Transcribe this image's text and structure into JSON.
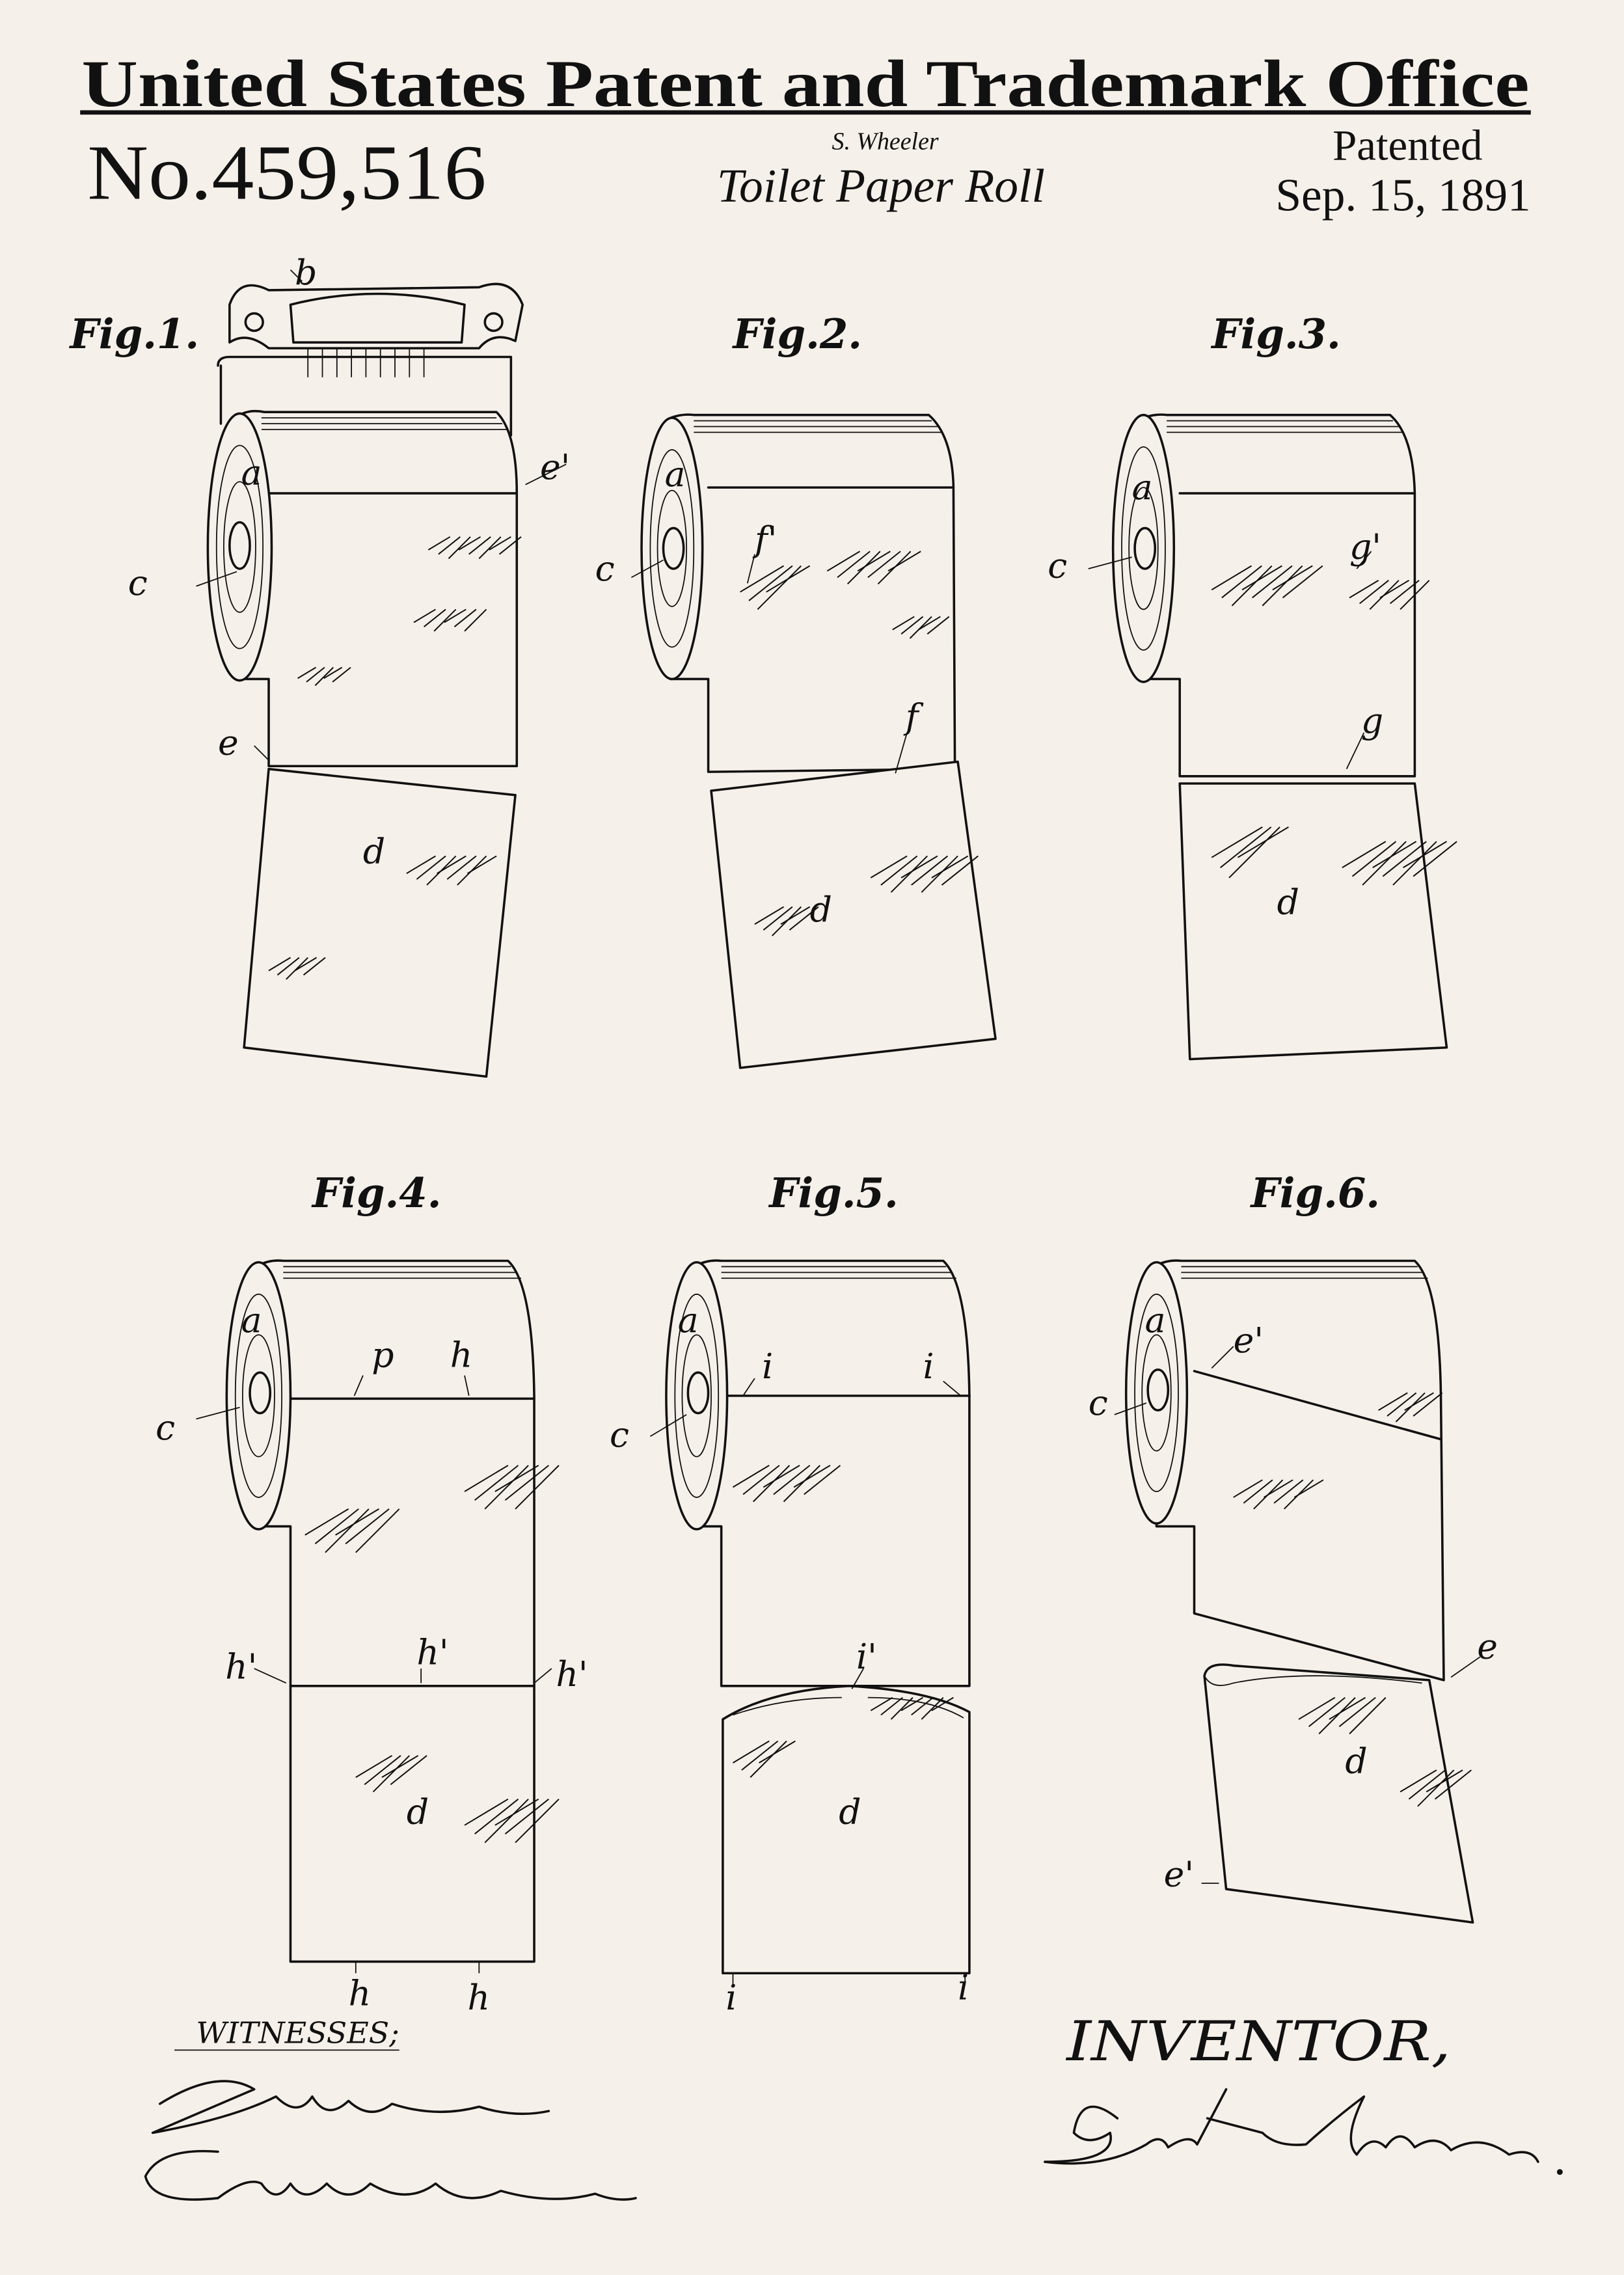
{
  "header": {
    "office_title": "United States Patent and Trademark Office",
    "patent_number": "No.459,516",
    "inventor_short": "S. Wheeler",
    "invention_title": "Toilet Paper Roll",
    "patented_label": "Patented",
    "patent_date": "Sep. 15, 1891"
  },
  "figures": [
    {
      "title": "Fig.1.",
      "labels": [
        "b",
        "a",
        "e'",
        "c",
        "e",
        "d"
      ]
    },
    {
      "title": "Fig.2.",
      "labels": [
        "a",
        "c",
        "f'",
        "f",
        "d"
      ]
    },
    {
      "title": "Fig.3.",
      "labels": [
        "a",
        "c",
        "g'",
        "g",
        "d"
      ]
    },
    {
      "title": "Fig.4.",
      "labels": [
        "a",
        "p",
        "h",
        "c",
        "h'",
        "h'",
        "h'",
        "d",
        "h",
        "h"
      ]
    },
    {
      "title": "Fig.5.",
      "labels": [
        "a",
        "i",
        "i",
        "c",
        "i'",
        "d",
        "i",
        "i"
      ]
    },
    {
      "title": "Fig.6.",
      "labels": [
        "a",
        "e'",
        "c",
        "e",
        "d",
        "e'"
      ]
    }
  ],
  "footer": {
    "witnesses_label": "WITNESSES;",
    "inventor_label": "INVENTOR,"
  },
  "colors": {
    "background": "#f6f0ea",
    "ink": "#111111"
  }
}
